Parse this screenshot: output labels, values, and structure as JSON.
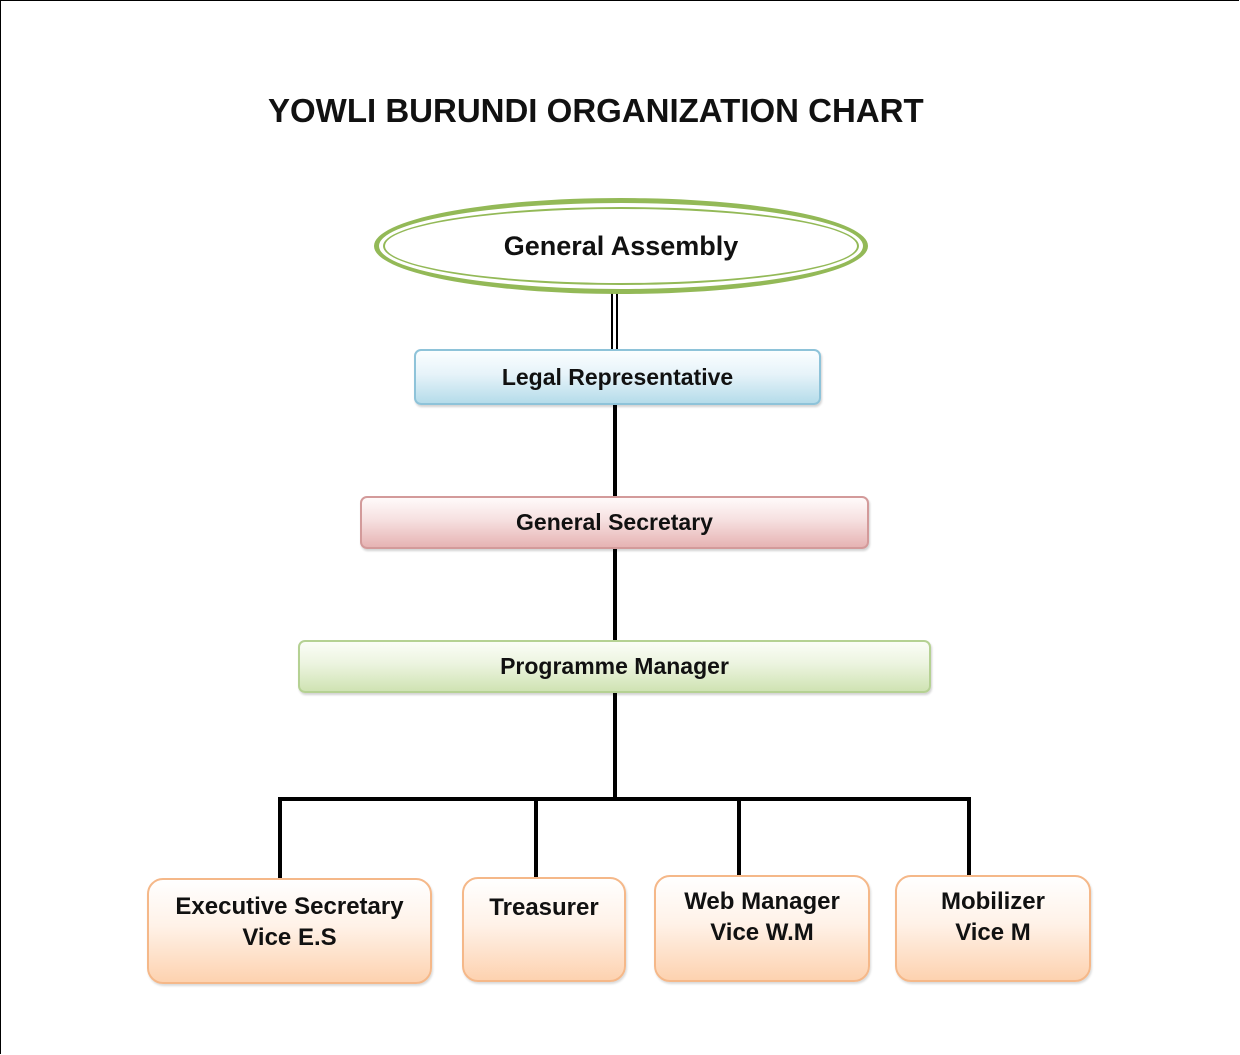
{
  "title": "YOWLI BURUNDI ORGANIZATION CHART",
  "colors": {
    "assembly_outline": "#93b957",
    "legal_representative_fill": "#b5dcea",
    "general_secretary_fill": "#e6b3b3",
    "programme_manager_fill": "#cfe3b3",
    "team_box_fill": "#fdd2b0",
    "connector": "#000000"
  },
  "nodes": {
    "general_assembly": "General Assembly",
    "legal_representative": "Legal Representative",
    "general_secretary": "General Secretary",
    "programme_manager": "Programme Manager",
    "team": [
      {
        "line1": "Executive Secretary",
        "line2": "Vice E.S"
      },
      {
        "line1": "Treasurer",
        "line2": ""
      },
      {
        "line1": "Web Manager",
        "line2": "Vice W.M"
      },
      {
        "line1": "Mobilizer",
        "line2": "Vice M"
      }
    ]
  }
}
